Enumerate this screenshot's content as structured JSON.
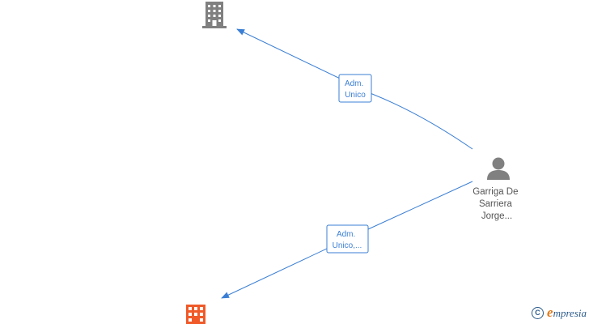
{
  "nodes": {
    "company_top": {
      "icon": "building-icon",
      "color": "#808080"
    },
    "company_bottom": {
      "icon": "building-icon",
      "color": "#f05a28"
    },
    "person": {
      "icon": "person-icon",
      "color": "#808080",
      "name_lines": [
        "Garriga De",
        "Sarriera",
        "Jorge..."
      ]
    }
  },
  "edges": [
    {
      "from": "person",
      "to": "company_top",
      "label_lines": [
        "Adm.",
        "Unico"
      ]
    },
    {
      "from": "person",
      "to": "company_bottom",
      "label_lines": [
        "Adm.",
        "Unico,..."
      ]
    }
  ],
  "line_color": "#3b7fd4",
  "brand": {
    "copyright_symbol": "C",
    "first_letter": "e",
    "rest": "mpresia"
  }
}
